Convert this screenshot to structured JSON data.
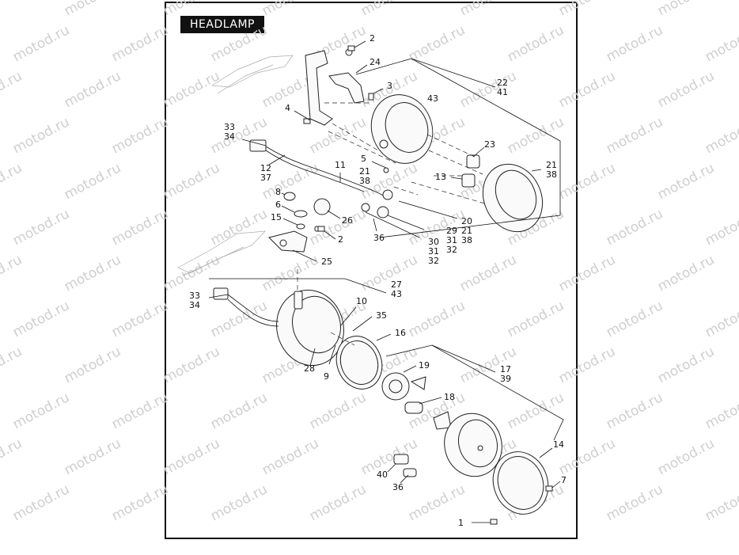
{
  "title": "HEADLAMP",
  "watermark": "motod.ru",
  "callouts": [
    {
      "id": "c2a",
      "lines": [
        "2"
      ]
    },
    {
      "id": "c24",
      "lines": [
        "24"
      ]
    },
    {
      "id": "c3",
      "lines": [
        "3"
      ]
    },
    {
      "id": "c43a",
      "lines": [
        "43"
      ]
    },
    {
      "id": "c22",
      "lines": [
        "22",
        "41"
      ]
    },
    {
      "id": "c4",
      "lines": [
        "4"
      ]
    },
    {
      "id": "c33a",
      "lines": [
        "33",
        "34"
      ]
    },
    {
      "id": "c23",
      "lines": [
        "23"
      ]
    },
    {
      "id": "c5",
      "lines": [
        "5"
      ]
    },
    {
      "id": "c11",
      "lines": [
        "11"
      ]
    },
    {
      "id": "c21a",
      "lines": [
        "21",
        "38"
      ]
    },
    {
      "id": "c13",
      "lines": [
        "13"
      ]
    },
    {
      "id": "c21b",
      "lines": [
        "21",
        "38"
      ]
    },
    {
      "id": "c12",
      "lines": [
        "12",
        "37"
      ]
    },
    {
      "id": "c8",
      "lines": [
        "8"
      ]
    },
    {
      "id": "c6",
      "lines": [
        "6"
      ]
    },
    {
      "id": "c26",
      "lines": [
        "26"
      ]
    },
    {
      "id": "c15",
      "lines": [
        "15"
      ]
    },
    {
      "id": "c20",
      "lines": [
        "20",
        "21",
        "38"
      ]
    },
    {
      "id": "c29",
      "lines": [
        "29",
        "31",
        "32"
      ]
    },
    {
      "id": "c2b",
      "lines": [
        "2"
      ]
    },
    {
      "id": "c36a",
      "lines": [
        "36"
      ]
    },
    {
      "id": "c30",
      "lines": [
        "30",
        "31",
        "32"
      ]
    },
    {
      "id": "c25",
      "lines": [
        "25"
      ]
    },
    {
      "id": "c27",
      "lines": [
        "27",
        "43"
      ]
    },
    {
      "id": "c33b",
      "lines": [
        "33",
        "34"
      ]
    },
    {
      "id": "c10",
      "lines": [
        "10"
      ]
    },
    {
      "id": "c35",
      "lines": [
        "35"
      ]
    },
    {
      "id": "c16",
      "lines": [
        "16"
      ]
    },
    {
      "id": "c17",
      "lines": [
        "17",
        "39"
      ]
    },
    {
      "id": "c19",
      "lines": [
        "19"
      ]
    },
    {
      "id": "c28",
      "lines": [
        "28"
      ]
    },
    {
      "id": "c9",
      "lines": [
        "9"
      ]
    },
    {
      "id": "c18",
      "lines": [
        "18"
      ]
    },
    {
      "id": "c14",
      "lines": [
        "14"
      ]
    },
    {
      "id": "c40",
      "lines": [
        "40"
      ]
    },
    {
      "id": "c7",
      "lines": [
        "7"
      ]
    },
    {
      "id": "c36b",
      "lines": [
        "36"
      ]
    },
    {
      "id": "c1",
      "lines": [
        "1"
      ]
    }
  ]
}
